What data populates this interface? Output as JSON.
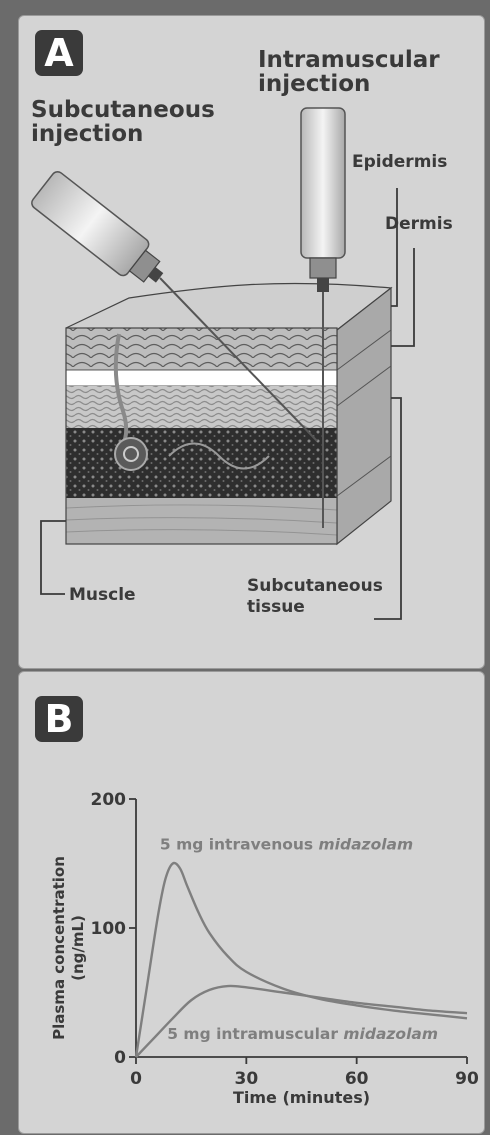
{
  "panel_a": {
    "badge": "A",
    "labels": {
      "subcutaneous_injection": "Subcutaneous injection",
      "intramuscular_injection": "Intramuscular injection",
      "epidermis": "Epidermis",
      "dermis": "Dermis",
      "muscle": "Muscle",
      "subcutaneous_tissue": "Subcutaneous tissue"
    }
  },
  "panel_b": {
    "badge": "B",
    "chart_data": {
      "type": "line",
      "xlabel": "Time (minutes)",
      "ylabel": "Plasma concentration (ng/mL)",
      "xlim": [
        0,
        90
      ],
      "ylim": [
        0,
        200
      ],
      "xticks": [
        0,
        30,
        60,
        90
      ],
      "yticks": [
        0,
        100,
        200
      ],
      "series": [
        {
          "name": "5 mg intravenous midazolam",
          "name_prefix": "5 mg intravenous ",
          "name_drug": "midazolam",
          "color": "#7f7f7f",
          "x": [
            0,
            3,
            6,
            8,
            10,
            12,
            14,
            17,
            20,
            25,
            30,
            40,
            50,
            60,
            70,
            80,
            90
          ],
          "y": [
            0,
            55,
            110,
            138,
            150,
            146,
            132,
            112,
            96,
            78,
            66,
            53,
            45,
            40,
            36,
            33,
            30
          ]
        },
        {
          "name": "5 mg intramuscular midazolam",
          "name_prefix": "5 mg intramuscular ",
          "name_drug": "midazolam",
          "color": "#7f7f7f",
          "x": [
            0,
            5,
            10,
            15,
            20,
            25,
            30,
            40,
            50,
            60,
            70,
            80,
            90
          ],
          "y": [
            0,
            15,
            30,
            44,
            52,
            55,
            54,
            50,
            46,
            42,
            39,
            36,
            34
          ]
        }
      ]
    }
  },
  "colors": {
    "panel_bg": "#d4d4d4",
    "page_bg": "#6b6b6b",
    "label": "#3a3a3a",
    "curve": "#7f7f7f"
  }
}
